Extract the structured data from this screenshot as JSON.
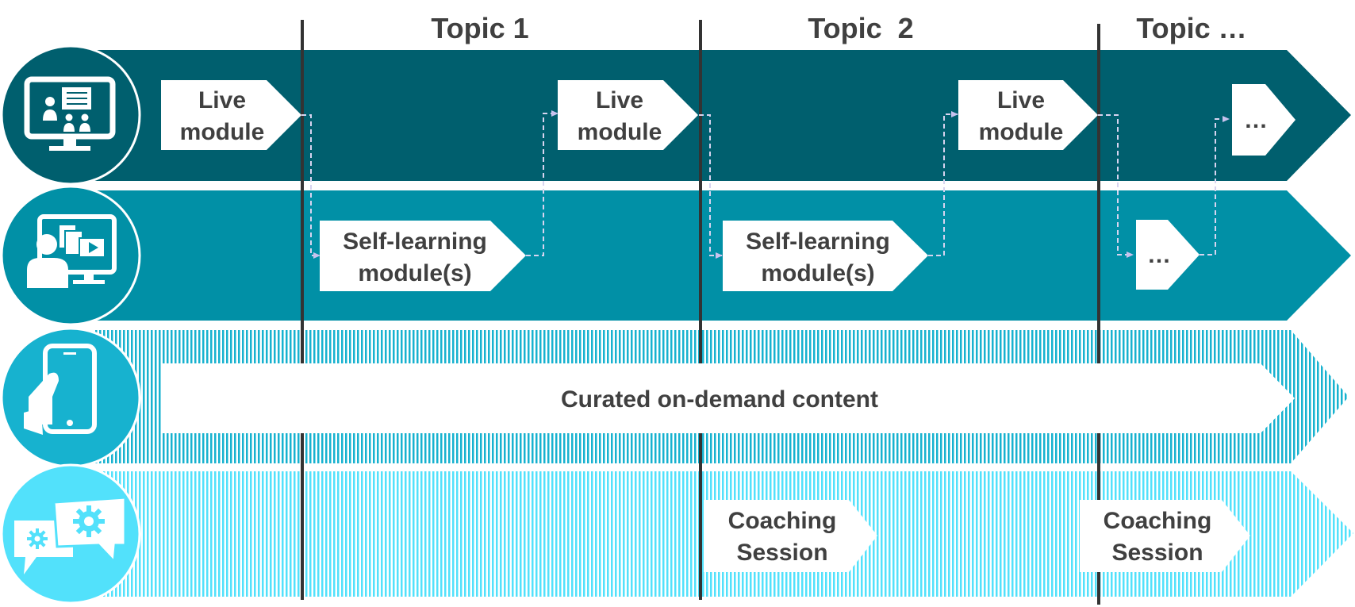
{
  "topics": [
    "Topic 1",
    "Topic  2",
    "Topic …"
  ],
  "lanes": [
    {
      "id": "live",
      "icon": "monitor-classroom-icon",
      "color": "#005f6e"
    },
    {
      "id": "self-learning",
      "icon": "learner-computer-icon",
      "color": "#0190a6"
    },
    {
      "id": "on-demand",
      "icon": "mobile-phone-hand-icon",
      "color": "#17b2cf"
    },
    {
      "id": "coaching",
      "icon": "chat-gears-icon",
      "color": "#52e1fb"
    }
  ],
  "boxes": {
    "live1": [
      "Live",
      "module"
    ],
    "live2": [
      "Live",
      "module"
    ],
    "live3": [
      "Live",
      "module"
    ],
    "live_more": "…",
    "self1": [
      "Self-learning",
      "module(s)"
    ],
    "self2": [
      "Self-learning",
      "module(s)"
    ],
    "self_more": "…",
    "curated": "Curated on-demand content",
    "coach1": [
      "Coaching",
      "Session"
    ],
    "coach2": [
      "Coaching",
      "Session"
    ]
  },
  "colors": {
    "live": "#005f6e",
    "self_learning": "#0190a6",
    "on_demand": "#17b2cf",
    "coaching": "#52e1fb",
    "divider": "#333333",
    "connector": "#d8d4f0",
    "text": "#404040"
  }
}
